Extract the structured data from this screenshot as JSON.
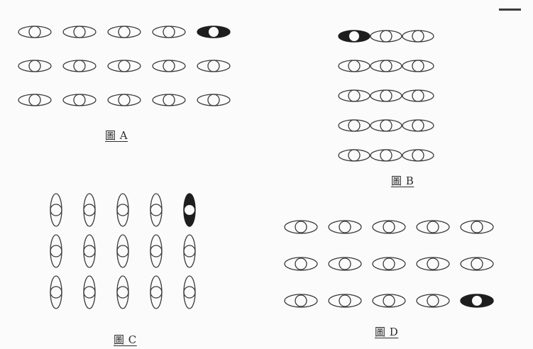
{
  "figures": [
    {
      "id": "a",
      "caption": "圖 A",
      "orientation": "horizontal",
      "rows": 3,
      "cols": 5,
      "odd_one": {
        "row": 1,
        "col": 5
      }
    },
    {
      "id": "b",
      "caption": "圖 B",
      "orientation": "horizontal",
      "rows": 5,
      "cols": 3,
      "odd_one": {
        "row": 1,
        "col": 1
      }
    },
    {
      "id": "c",
      "caption": "圖 C",
      "orientation": "vertical",
      "rows": 3,
      "cols": 5,
      "odd_one": {
        "row": 1,
        "col": 5
      }
    },
    {
      "id": "d",
      "caption": "圖 D",
      "orientation": "horizontal",
      "rows": 3,
      "cols": 5,
      "odd_one": {
        "row": 3,
        "col": 5
      }
    }
  ],
  "colors": {
    "stroke": "#3a3a3a",
    "fill_dark": "#1e1e1e",
    "background": "#fbfbfb"
  }
}
